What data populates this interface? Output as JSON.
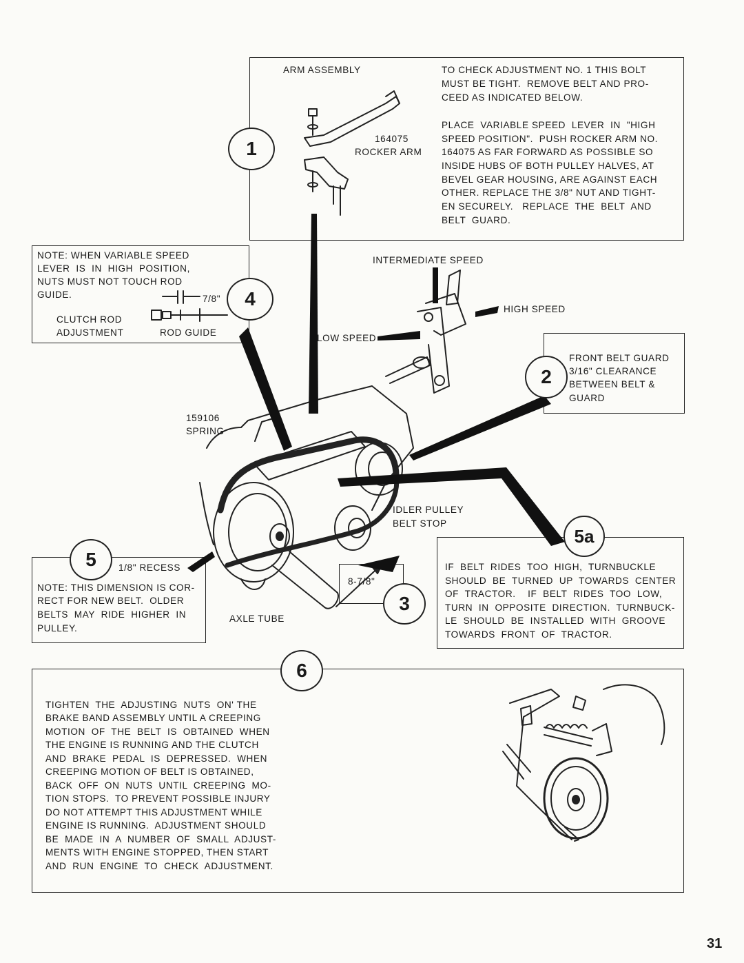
{
  "step1": {
    "number": "1",
    "title": "ARM ASSEMBLY",
    "part_number": "164075",
    "part_name": "ROCKER ARM",
    "text_a": [
      "TO CHECK ADJUSTMENT NO. 1 THIS BOLT",
      "MUST BE TIGHT.  REMOVE BELT AND PRO-",
      "CEED AS INDICATED BELOW."
    ],
    "text_b": [
      "PLACE  VARIABLE SPEED  LEVER  IN  \"HIGH",
      "SPEED POSITION\".  PUSH ROCKER ARM NO.",
      "164075 AS FAR FORWARD AS POSSIBLE SO",
      "INSIDE HUBS OF BOTH PULLEY HALVES, AT",
      "BEVEL GEAR HOUSING, ARE AGAINST EACH",
      "OTHER. REPLACE THE 3/8\" NUT AND TIGHT-",
      "EN SECURELY.   REPLACE  THE  BELT  AND",
      "BELT  GUARD."
    ]
  },
  "step4": {
    "number": "4",
    "note": [
      "NOTE: WHEN VARIABLE SPEED",
      "LEVER  IS  IN  HIGH  POSITION,",
      "NUTS MUST NOT TOUCH ROD",
      "GUIDE."
    ],
    "dimension": "7/8\"",
    "left_label": [
      "CLUTCH ROD",
      "ADJUSTMENT"
    ],
    "right_label": "ROD GUIDE"
  },
  "lever": {
    "intermediate": "INTERMEDIATE SPEED",
    "high": "HIGH SPEED",
    "low": "LOW SPEED"
  },
  "step2": {
    "number": "2",
    "text": [
      "FRONT BELT GUARD",
      "3/16\" CLEARANCE",
      "BETWEEN BELT &",
      "GUARD"
    ]
  },
  "spring": {
    "part_number": "159106",
    "name": "SPRING"
  },
  "idler": [
    "IDLER PULLEY",
    "BELT STOP"
  ],
  "step5": {
    "number": "5",
    "recess": "1/8\" RECESS",
    "note": [
      "NOTE: THIS DIMENSION IS COR-",
      "RECT FOR NEW BELT.  OLDER",
      "BELTS  MAY  RIDE  HIGHER  IN",
      "PULLEY."
    ]
  },
  "axle": "AXLE TUBE",
  "step3": {
    "number": "3",
    "dimension": "8-7/8\""
  },
  "step5a": {
    "number": "5a",
    "text": [
      "IF  BELT  RIDES  TOO  HIGH,  TURNBUCKLE",
      "SHOULD  BE  TURNED  UP  TOWARDS  CENTER",
      "OF  TRACTOR.    IF  BELT  RIDES  TOO  LOW,",
      "TURN  IN  OPPOSITE  DIRECTION.  TURNBUCK-",
      "LE  SHOULD  BE  INSTALLED  WITH  GROOVE",
      "TOWARDS  FRONT  OF  TRACTOR."
    ]
  },
  "step6": {
    "number": "6",
    "text": [
      "TIGHTEN  THE  ADJUSTING  NUTS  ON' THE",
      "BRAKE BAND ASSEMBLY UNTIL A CREEPING",
      "MOTION  OF  THE  BELT  IS  OBTAINED  WHEN",
      "THE ENGINE IS RUNNING AND THE CLUTCH",
      "AND  BRAKE  PEDAL  IS  DEPRESSED.  WHEN",
      "CREEPING MOTION OF BELT IS OBTAINED,",
      "BACK  OFF  ON  NUTS  UNTIL  CREEPING  MO-",
      "TION STOPS.  TO PREVENT POSSIBLE INJURY",
      "DO NOT ATTEMPT THIS ADJUSTMENT WHILE",
      "ENGINE IS RUNNING.  ADJUSTMENT SHOULD",
      "BE  MADE  IN  A  NUMBER  OF  SMALL  ADJUST-",
      "MENTS WITH ENGINE STOPPED, THEN START",
      "AND  RUN  ENGINE  TO  CHECK  ADJUSTMENT."
    ]
  },
  "page_number": "31"
}
